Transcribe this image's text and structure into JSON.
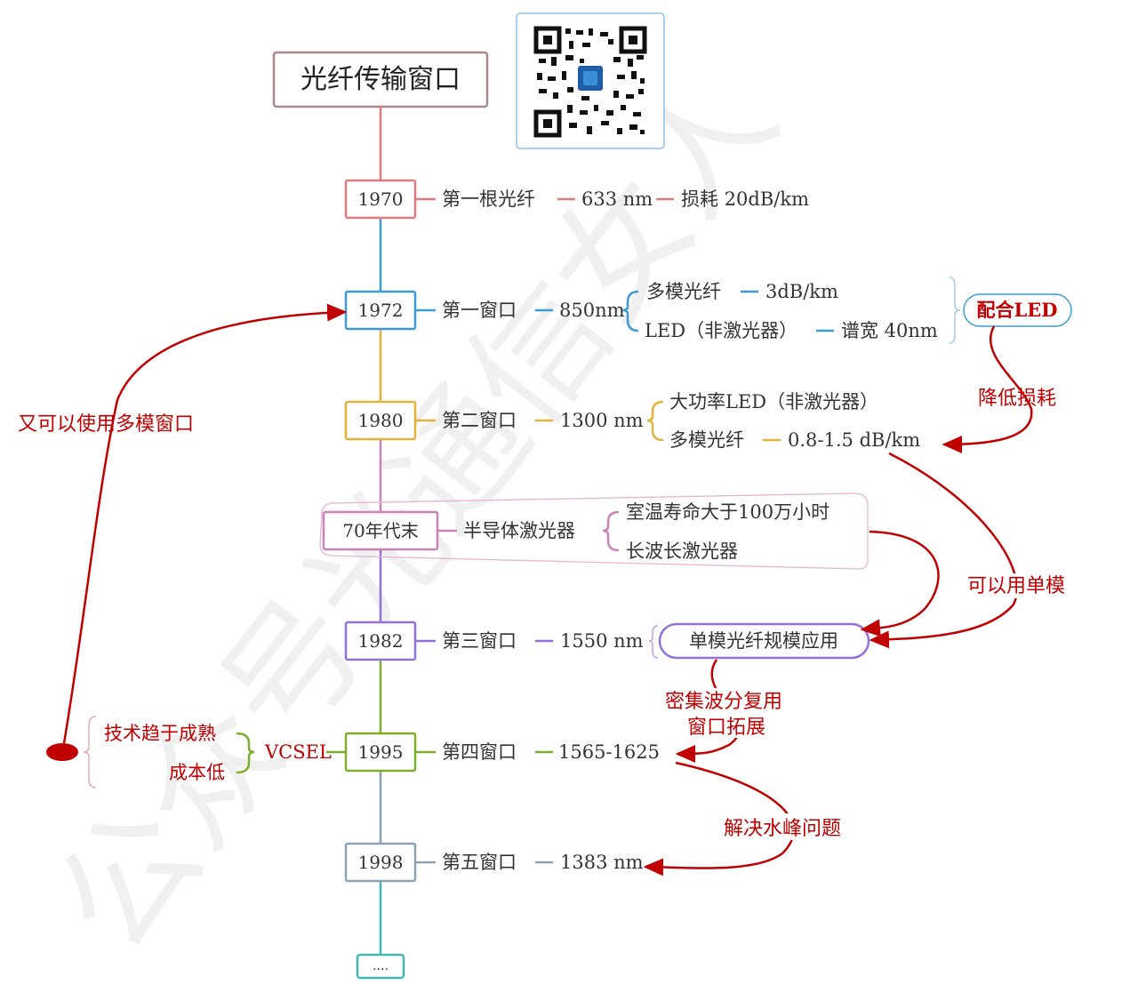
{
  "title": "光纤传输窗口",
  "watermark": "公众号光通信女人",
  "colors": {
    "c1970": "#e07a7f",
    "c1972": "#3b9bd5",
    "c1980": "#e3b23c",
    "c70s": "#c983b8",
    "c1982": "#9370db",
    "c1995": "#7cae2c",
    "c1998": "#8aa1b5",
    "c_end": "#3fb7b5",
    "annotation": "#c00000",
    "title_border": "#a88a8a"
  },
  "nodes": {
    "n1970": {
      "label": "1970",
      "items": [
        "第一根光纤",
        "633 nm",
        "损耗 20dB/km"
      ]
    },
    "n1972": {
      "label": "1972",
      "items": [
        "第一窗口",
        "850nm"
      ],
      "sub": [
        "多模光纤",
        "3dB/km",
        "LED（非激光器）",
        "谱宽 40nm"
      ],
      "tag": "配合LED"
    },
    "n1980": {
      "label": "1980",
      "items": [
        "第二窗口",
        "1300 nm"
      ],
      "sub": [
        "大功率LED（非激光器）",
        "多模光纤",
        "0.8-1.5 dB/km"
      ]
    },
    "n70s": {
      "label": "70年代末",
      "items": [
        "半导体激光器"
      ],
      "sub": [
        "室温寿命大于100万小时",
        "长波长激光器"
      ]
    },
    "n1982": {
      "label": "1982",
      "items": [
        "第三窗口",
        "1550 nm"
      ],
      "tag": "单模光纤规模应用"
    },
    "n1995": {
      "label": "1995",
      "items": [
        "第四窗口",
        "1565-1625"
      ],
      "left": [
        "VCSEL",
        "技术趋于成熟",
        "成本低"
      ]
    },
    "n1998": {
      "label": "1998",
      "items": [
        "第五窗口",
        "1383 nm"
      ]
    },
    "n_end": {
      "label": "...."
    }
  },
  "annotations": {
    "reduce_loss": "降低损耗",
    "multimode_again": "又可以使用多模窗口",
    "single_mode": "可以用单模",
    "dwdm": "密集波分复用",
    "window_ext": "窗口拓展",
    "water_peak": "解决水峰问题"
  }
}
